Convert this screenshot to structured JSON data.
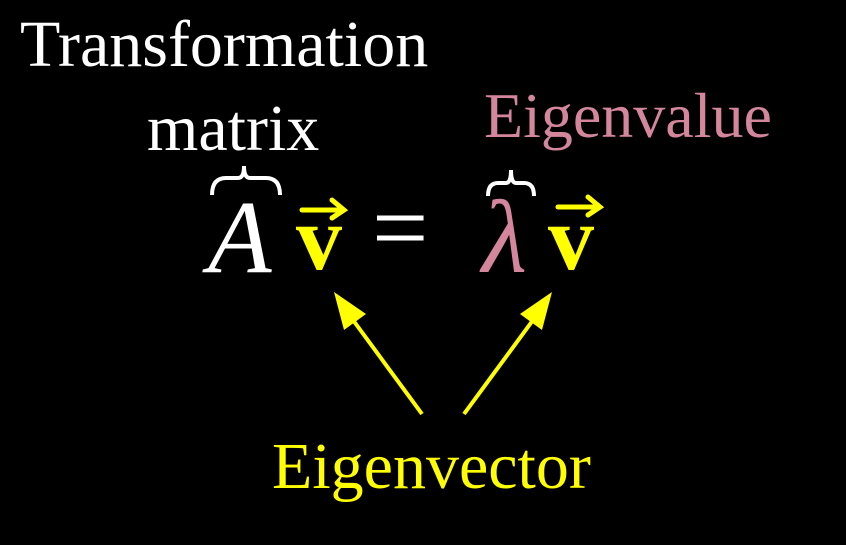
{
  "labels": {
    "transformation_line1": "Transformation",
    "transformation_line2": "matrix",
    "eigenvalue": "Eigenvalue",
    "eigenvector": "Eigenvector"
  },
  "equation": {
    "matrix": "A",
    "vector": "v",
    "equals": "=",
    "lambda": "λ"
  },
  "colors": {
    "background": "#000000",
    "matrix": "#ffffff",
    "vector": "#ffff00",
    "eigenvalue": "#d4879c"
  }
}
